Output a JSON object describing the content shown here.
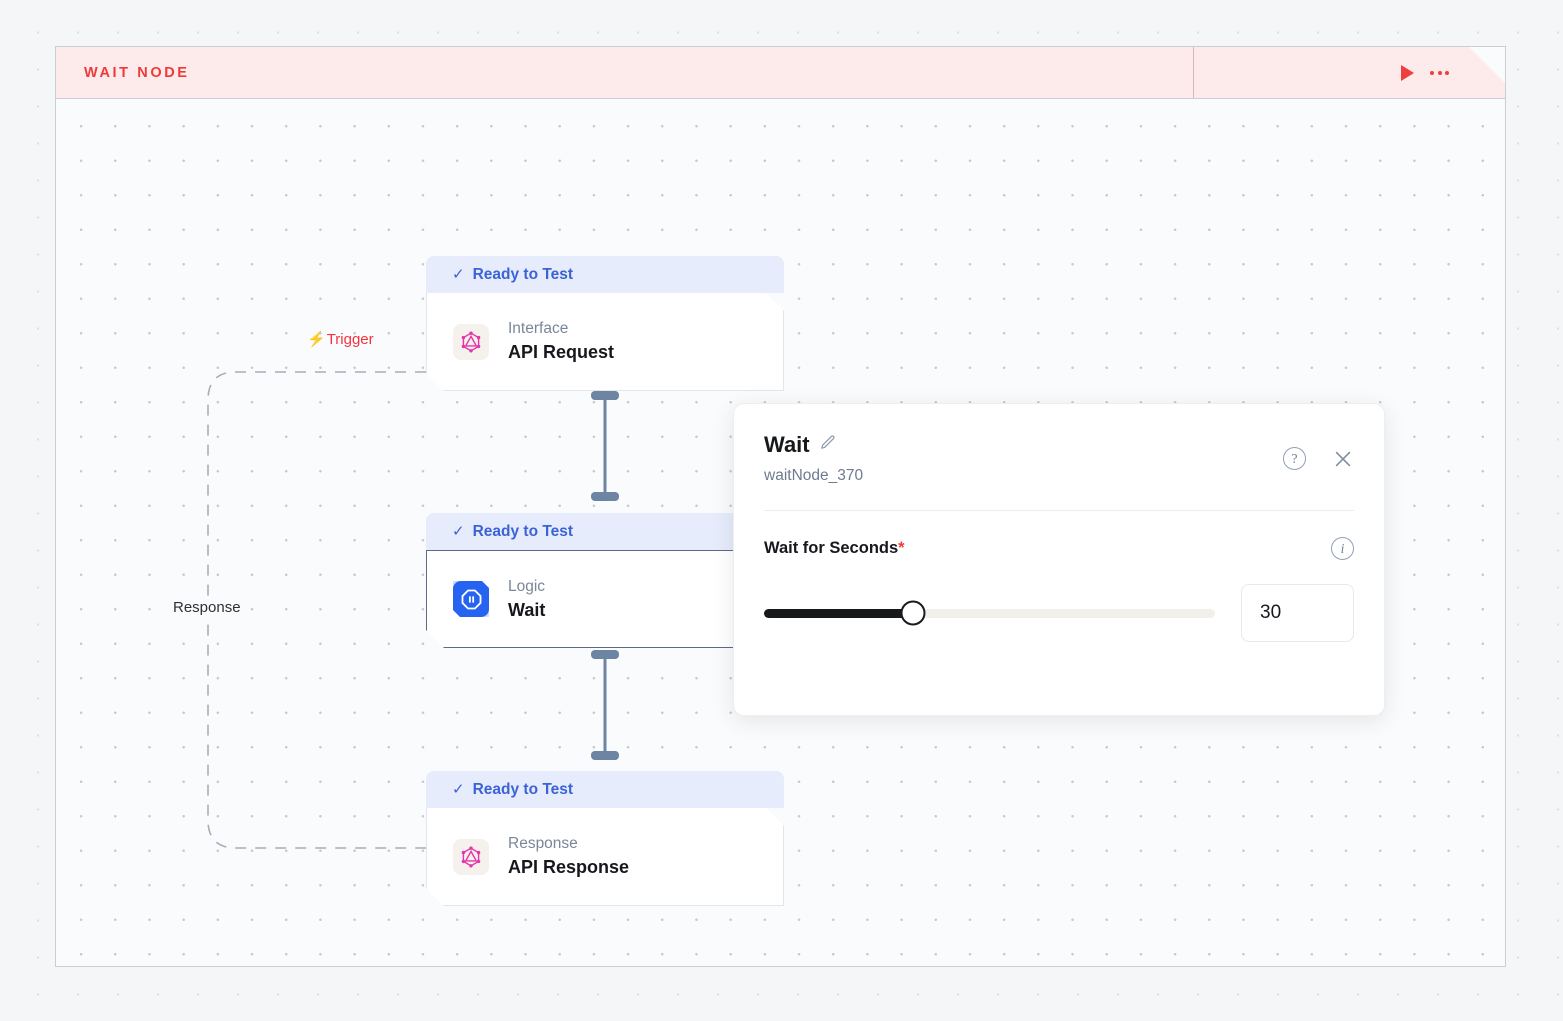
{
  "header": {
    "title": "WAIT NODE",
    "run_icon": "play-icon",
    "more_icon": "ellipsis-icon"
  },
  "canvas": {
    "trigger_label": "Trigger",
    "trigger_icon": "lightning-bolt-icon",
    "response_label": "Response"
  },
  "nodes": [
    {
      "status": "Ready to Test",
      "status_icon": "check-icon",
      "kind": "Interface",
      "title": "API Request",
      "icon": "graphql-icon",
      "selected": false
    },
    {
      "status": "Ready to Test",
      "status_icon": "check-icon",
      "kind": "Logic",
      "title": "Wait",
      "icon": "pause-octagon-icon",
      "selected": true
    },
    {
      "status": "Ready to Test",
      "status_icon": "check-icon",
      "kind": "Response",
      "title": "API Response",
      "icon": "graphql-icon",
      "selected": false
    }
  ],
  "panel": {
    "title": "Wait",
    "edit_icon": "pencil-icon",
    "subtitle": "waitNode_370",
    "help_icon": "question-circle-icon",
    "close_icon": "close-icon",
    "field": {
      "label": "Wait for Seconds",
      "required_marker": "*",
      "info_icon": "info-circle-icon",
      "value": "30",
      "slider_percent": 33
    }
  },
  "colors": {
    "accent_red": "#f03a3a",
    "accent_blue": "#3b63d8",
    "node_blue": "#2563f0",
    "graphql_pink": "#e535ab",
    "connector": "#6e84a3"
  }
}
